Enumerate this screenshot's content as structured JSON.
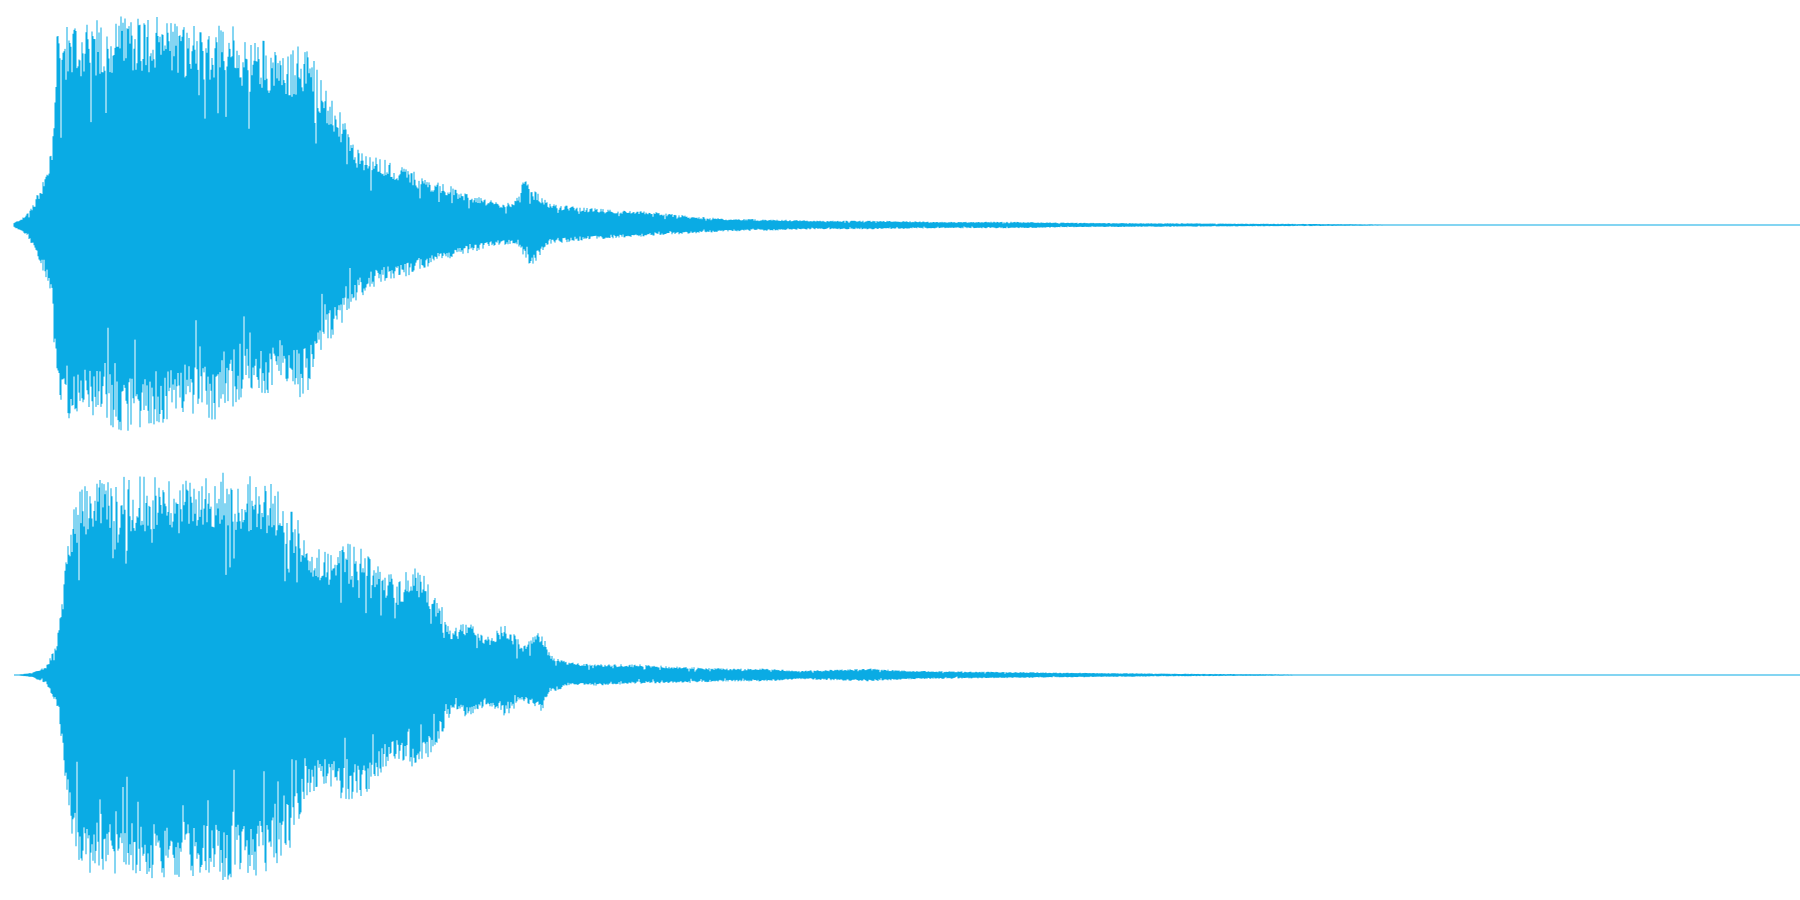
{
  "waveform": {
    "color": "#0aabe4",
    "background": "#ffffff",
    "channels": [
      {
        "name": "",
        "envelope_top": [
          [
            0.0,
            0.01
          ],
          [
            0.006,
            0.04
          ],
          [
            0.012,
            0.12
          ],
          [
            0.018,
            0.25
          ],
          [
            0.021,
            0.35
          ],
          [
            0.024,
            0.88
          ],
          [
            0.03,
            0.93
          ],
          [
            0.04,
            0.95
          ],
          [
            0.055,
            0.96
          ],
          [
            0.065,
            1.0
          ],
          [
            0.08,
            0.97
          ],
          [
            0.095,
            0.95
          ],
          [
            0.11,
            0.93
          ],
          [
            0.12,
            0.96
          ],
          [
            0.13,
            0.85
          ],
          [
            0.14,
            0.88
          ],
          [
            0.15,
            0.78
          ],
          [
            0.16,
            0.85
          ],
          [
            0.168,
            0.8
          ],
          [
            0.175,
            0.62
          ],
          [
            0.183,
            0.52
          ],
          [
            0.19,
            0.38
          ],
          [
            0.2,
            0.32
          ],
          [
            0.21,
            0.3
          ],
          [
            0.22,
            0.27
          ],
          [
            0.23,
            0.22
          ],
          [
            0.24,
            0.2
          ],
          [
            0.25,
            0.16
          ],
          [
            0.26,
            0.13
          ],
          [
            0.27,
            0.11
          ],
          [
            0.28,
            0.1
          ],
          [
            0.285,
            0.22
          ],
          [
            0.29,
            0.17
          ],
          [
            0.3,
            0.1
          ],
          [
            0.32,
            0.08
          ],
          [
            0.34,
            0.07
          ],
          [
            0.36,
            0.06
          ],
          [
            0.38,
            0.04
          ],
          [
            0.4,
            0.03
          ],
          [
            0.43,
            0.025
          ],
          [
            0.45,
            0.02
          ],
          [
            0.48,
            0.02
          ],
          [
            0.52,
            0.015
          ],
          [
            0.56,
            0.015
          ],
          [
            0.6,
            0.01
          ],
          [
            0.65,
            0.008
          ],
          [
            0.7,
            0.006
          ],
          [
            0.75,
            0.004
          ],
          [
            0.8,
            0.0
          ],
          [
            1.0,
            0.0
          ]
        ],
        "envelope_bottom": [
          [
            0.0,
            0.01
          ],
          [
            0.006,
            0.04
          ],
          [
            0.012,
            0.12
          ],
          [
            0.018,
            0.25
          ],
          [
            0.021,
            0.35
          ],
          [
            0.024,
            0.85
          ],
          [
            0.03,
            0.9
          ],
          [
            0.04,
            0.92
          ],
          [
            0.055,
            0.95
          ],
          [
            0.065,
            0.98
          ],
          [
            0.08,
            0.94
          ],
          [
            0.095,
            0.9
          ],
          [
            0.11,
            0.92
          ],
          [
            0.12,
            0.88
          ],
          [
            0.13,
            0.78
          ],
          [
            0.14,
            0.82
          ],
          [
            0.15,
            0.72
          ],
          [
            0.16,
            0.82
          ],
          [
            0.168,
            0.75
          ],
          [
            0.175,
            0.55
          ],
          [
            0.183,
            0.48
          ],
          [
            0.19,
            0.36
          ],
          [
            0.2,
            0.3
          ],
          [
            0.21,
            0.26
          ],
          [
            0.22,
            0.24
          ],
          [
            0.23,
            0.2
          ],
          [
            0.24,
            0.17
          ],
          [
            0.25,
            0.14
          ],
          [
            0.26,
            0.12
          ],
          [
            0.27,
            0.1
          ],
          [
            0.28,
            0.09
          ],
          [
            0.29,
            0.2
          ],
          [
            0.295,
            0.14
          ],
          [
            0.3,
            0.09
          ],
          [
            0.32,
            0.07
          ],
          [
            0.34,
            0.06
          ],
          [
            0.36,
            0.05
          ],
          [
            0.38,
            0.04
          ],
          [
            0.4,
            0.03
          ],
          [
            0.43,
            0.025
          ],
          [
            0.45,
            0.02
          ],
          [
            0.48,
            0.02
          ],
          [
            0.52,
            0.015
          ],
          [
            0.56,
            0.015
          ],
          [
            0.6,
            0.01
          ],
          [
            0.65,
            0.008
          ],
          [
            0.7,
            0.006
          ],
          [
            0.75,
            0.004
          ],
          [
            0.8,
            0.0
          ],
          [
            1.0,
            0.0
          ]
        ]
      },
      {
        "name": "",
        "envelope_top": [
          [
            0.0,
            0.0
          ],
          [
            0.01,
            0.01
          ],
          [
            0.018,
            0.04
          ],
          [
            0.024,
            0.15
          ],
          [
            0.028,
            0.45
          ],
          [
            0.033,
            0.8
          ],
          [
            0.04,
            0.9
          ],
          [
            0.055,
            0.92
          ],
          [
            0.07,
            0.93
          ],
          [
            0.085,
            0.92
          ],
          [
            0.1,
            0.93
          ],
          [
            0.115,
            0.95
          ],
          [
            0.13,
            0.93
          ],
          [
            0.145,
            0.9
          ],
          [
            0.155,
            0.82
          ],
          [
            0.165,
            0.6
          ],
          [
            0.175,
            0.58
          ],
          [
            0.185,
            0.62
          ],
          [
            0.195,
            0.6
          ],
          [
            0.205,
            0.5
          ],
          [
            0.215,
            0.45
          ],
          [
            0.225,
            0.52
          ],
          [
            0.235,
            0.4
          ],
          [
            0.245,
            0.22
          ],
          [
            0.255,
            0.25
          ],
          [
            0.265,
            0.18
          ],
          [
            0.275,
            0.24
          ],
          [
            0.285,
            0.14
          ],
          [
            0.295,
            0.21
          ],
          [
            0.3,
            0.1
          ],
          [
            0.31,
            0.06
          ],
          [
            0.33,
            0.05
          ],
          [
            0.35,
            0.05
          ],
          [
            0.37,
            0.04
          ],
          [
            0.4,
            0.03
          ],
          [
            0.42,
            0.03
          ],
          [
            0.44,
            0.02
          ],
          [
            0.48,
            0.03
          ],
          [
            0.5,
            0.02
          ],
          [
            0.55,
            0.015
          ],
          [
            0.6,
            0.01
          ],
          [
            0.65,
            0.006
          ],
          [
            0.7,
            0.004
          ],
          [
            0.75,
            0.0
          ],
          [
            1.0,
            0.0
          ]
        ],
        "envelope_bottom": [
          [
            0.0,
            0.0
          ],
          [
            0.01,
            0.01
          ],
          [
            0.018,
            0.04
          ],
          [
            0.024,
            0.15
          ],
          [
            0.028,
            0.45
          ],
          [
            0.033,
            0.82
          ],
          [
            0.04,
            0.92
          ],
          [
            0.055,
            0.95
          ],
          [
            0.07,
            0.94
          ],
          [
            0.085,
            0.95
          ],
          [
            0.1,
            0.94
          ],
          [
            0.115,
            0.96
          ],
          [
            0.13,
            0.95
          ],
          [
            0.145,
            0.92
          ],
          [
            0.155,
            0.8
          ],
          [
            0.165,
            0.55
          ],
          [
            0.175,
            0.52
          ],
          [
            0.185,
            0.6
          ],
          [
            0.195,
            0.58
          ],
          [
            0.205,
            0.46
          ],
          [
            0.215,
            0.4
          ],
          [
            0.225,
            0.44
          ],
          [
            0.235,
            0.36
          ],
          [
            0.245,
            0.18
          ],
          [
            0.255,
            0.2
          ],
          [
            0.265,
            0.14
          ],
          [
            0.275,
            0.2
          ],
          [
            0.285,
            0.12
          ],
          [
            0.295,
            0.18
          ],
          [
            0.3,
            0.09
          ],
          [
            0.31,
            0.05
          ],
          [
            0.33,
            0.05
          ],
          [
            0.35,
            0.04
          ],
          [
            0.37,
            0.04
          ],
          [
            0.4,
            0.03
          ],
          [
            0.42,
            0.03
          ],
          [
            0.44,
            0.02
          ],
          [
            0.48,
            0.03
          ],
          [
            0.5,
            0.02
          ],
          [
            0.55,
            0.015
          ],
          [
            0.6,
            0.01
          ],
          [
            0.65,
            0.006
          ],
          [
            0.7,
            0.004
          ],
          [
            0.75,
            0.0
          ],
          [
            1.0,
            0.0
          ]
        ]
      }
    ]
  }
}
